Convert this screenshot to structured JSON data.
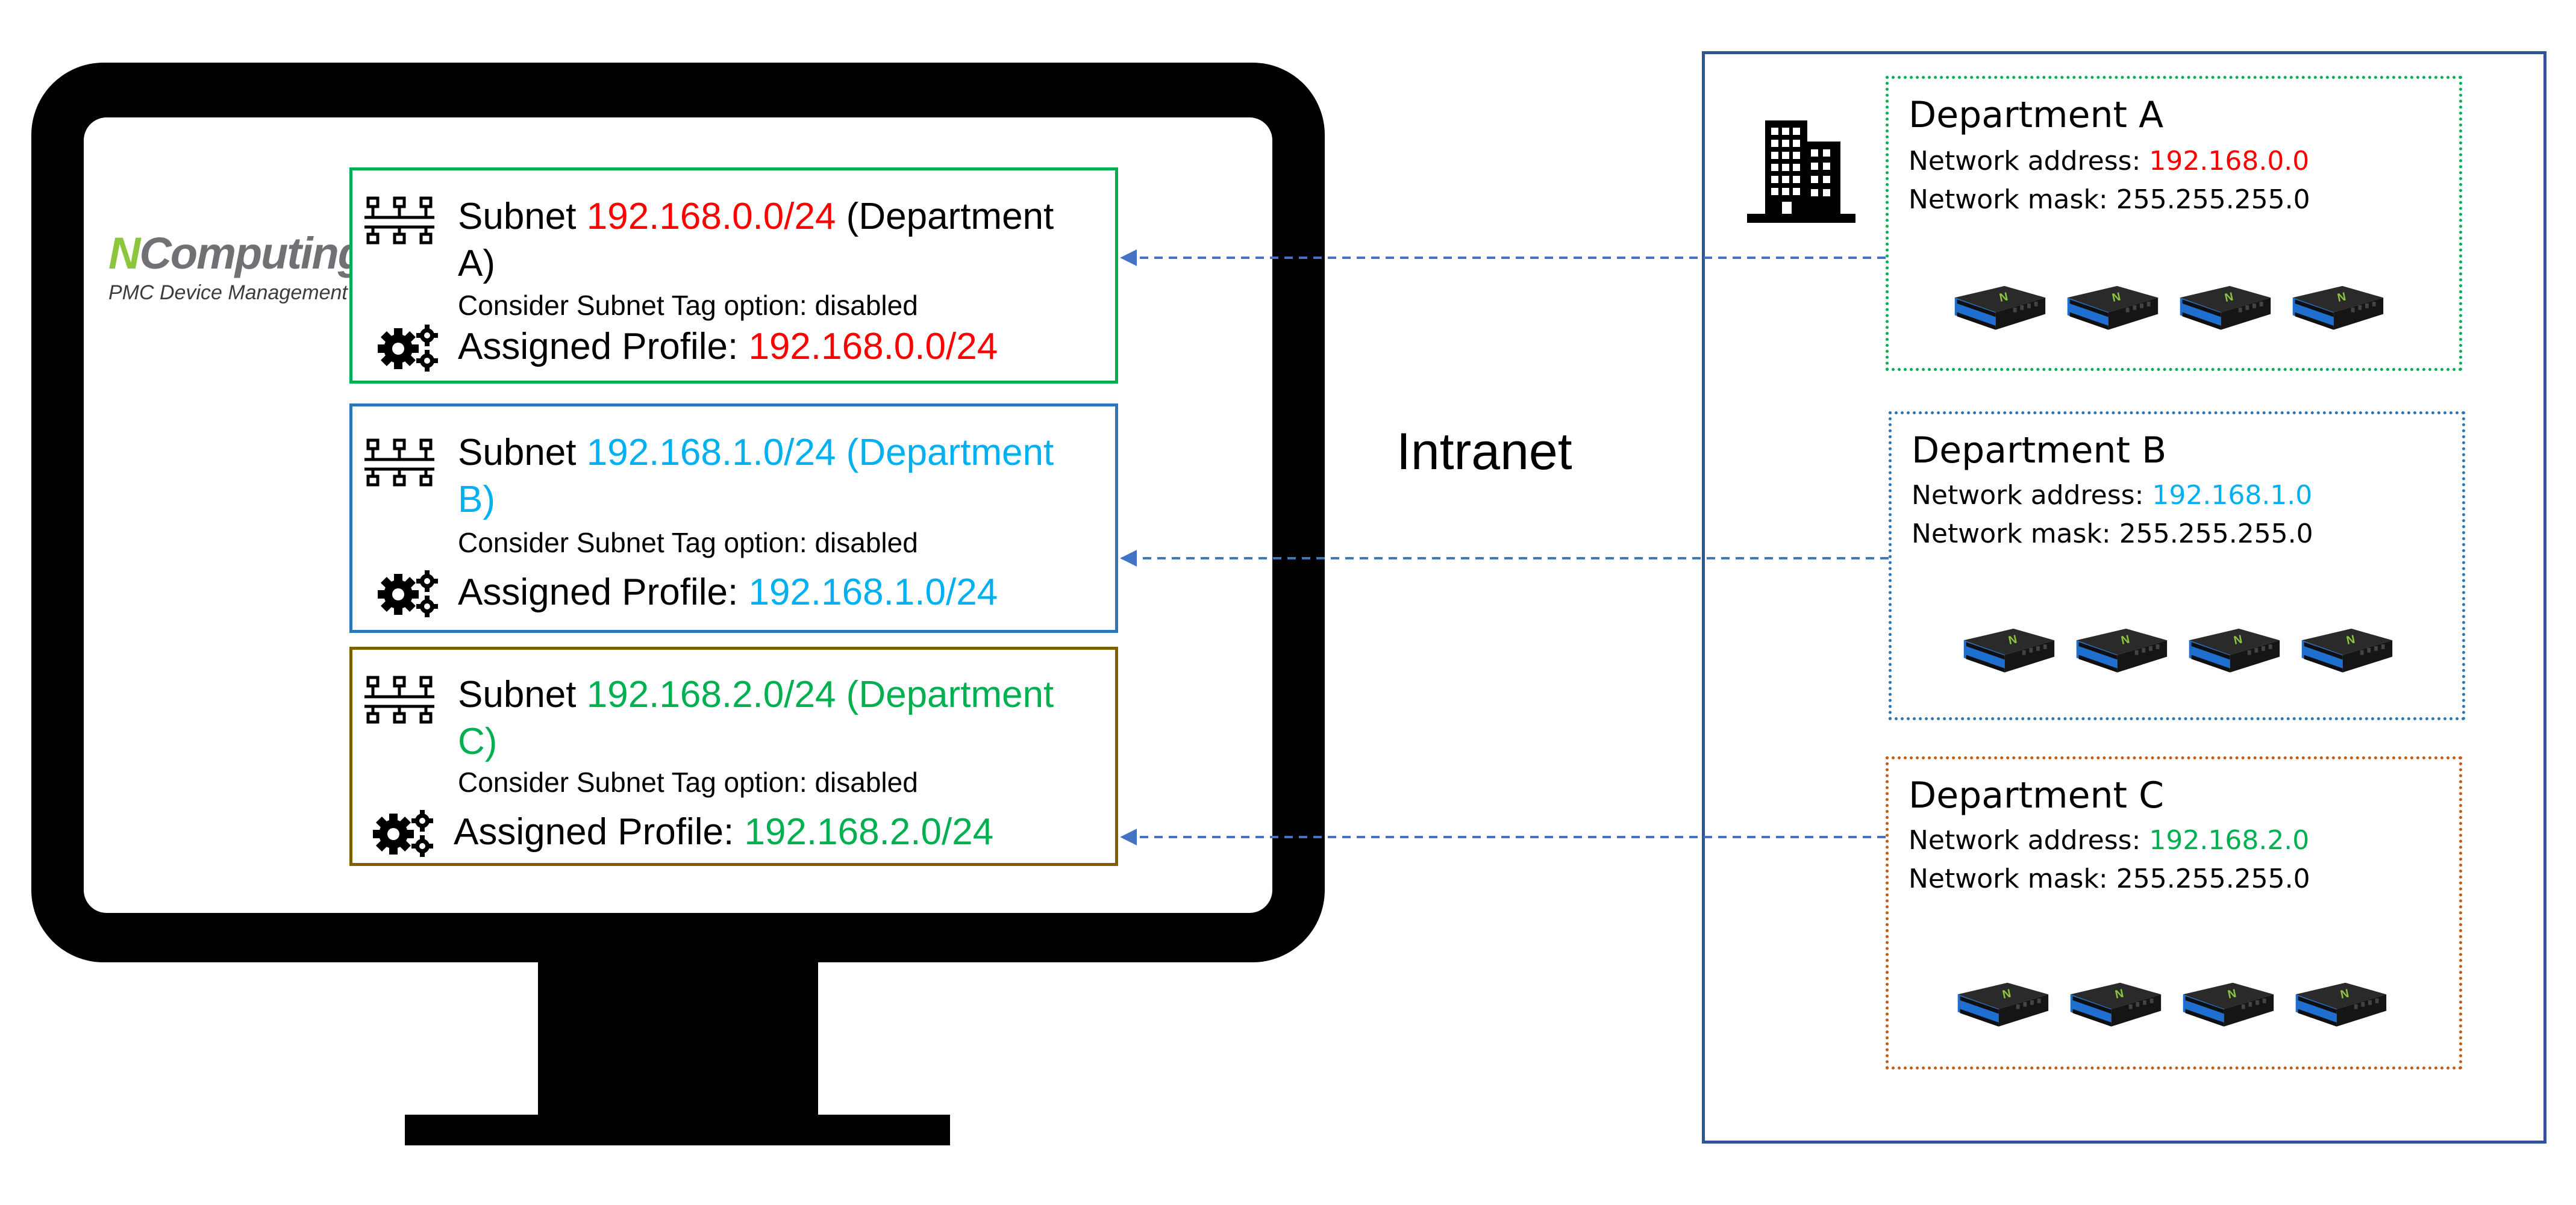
{
  "logo": {
    "brand_prefix": "N",
    "brand_rest": "Computing",
    "trademark": "®",
    "subtitle": "PMC Device Management"
  },
  "subnets": [
    {
      "subnet_prefix": "Subnet ",
      "subnet_value": "192.168.0.0/24",
      "subnet_suffix": " (Department A)",
      "note": "Consider Subnet Tag option: disabled",
      "profile_label": "Assigned Profile: ",
      "profile_value": "192.168.0.0/24"
    },
    {
      "subnet_prefix": "Subnet ",
      "subnet_value": "192.168.1.0/24 (Department B)",
      "subnet_suffix": "",
      "note": "Consider Subnet Tag option: disabled",
      "profile_label": "Assigned Profile: ",
      "profile_value": "192.168.1.0/24"
    },
    {
      "subnet_prefix": "Subnet ",
      "subnet_value": "192.168.2.0/24 (Department C)",
      "subnet_suffix": "",
      "note": "Consider Subnet Tag option: disabled",
      "profile_label": "Assigned Profile: ",
      "profile_value": "192.168.2.0/24"
    }
  ],
  "intranet_label": "Intranet",
  "departments": [
    {
      "name": "Department A",
      "address_label": "Network address: ",
      "address_value": "192.168.0.0",
      "mask_label": "Network mask: ",
      "mask_value": "255.255.255.0"
    },
    {
      "name": "Department B",
      "address_label": "Network address: ",
      "address_value": "192.168.1.0",
      "mask_label": "Network mask: ",
      "mask_value": "255.255.255.0"
    },
    {
      "name": "Department C",
      "address_label": "Network address: ",
      "address_value": "192.168.2.0",
      "mask_label": "Network mask: ",
      "mask_value": "255.255.255.0"
    }
  ],
  "colors": {
    "dept_a": "#ff0000",
    "dept_b": "#00b0f0",
    "dept_c": "#00b050",
    "connector": "#4472c4",
    "device_body": "#1f1f1f",
    "device_accent": "#1f6fd1",
    "device_logo": "#8cc63f"
  },
  "icons": {
    "subnet": "network-topology-icon",
    "profile": "gears-icon",
    "building": "office-building-icon",
    "device": "thin-client-device-icon"
  }
}
